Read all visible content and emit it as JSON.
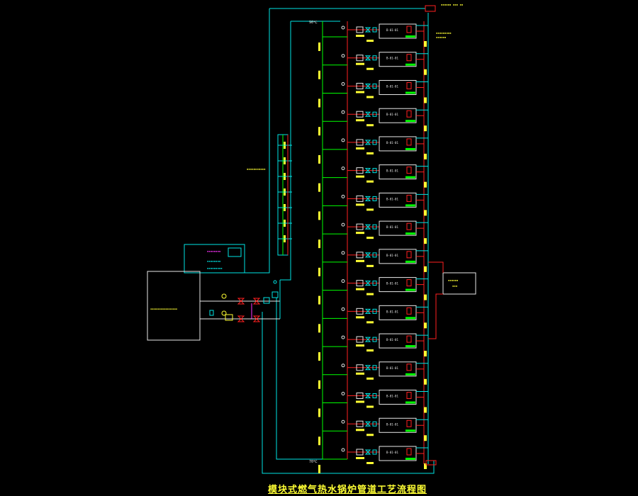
{
  "title": "模块式燃气热水锅炉管道工艺流程图",
  "boiler_unit_label": "B-01-01",
  "boiler_count": 16,
  "header_flow_label": "90℃",
  "header_return_label": "70℃",
  "top_right_box_label": "",
  "control_box_label": "",
  "left_system_box_label": "",
  "colors": {
    "cyan": "#00e5e5",
    "green": "#00ff00",
    "red": "#ff2020",
    "yellow": "#ffff33",
    "white": "#e8e8e8",
    "magenta": "#ff33ff",
    "blue": "#3366ff"
  }
}
